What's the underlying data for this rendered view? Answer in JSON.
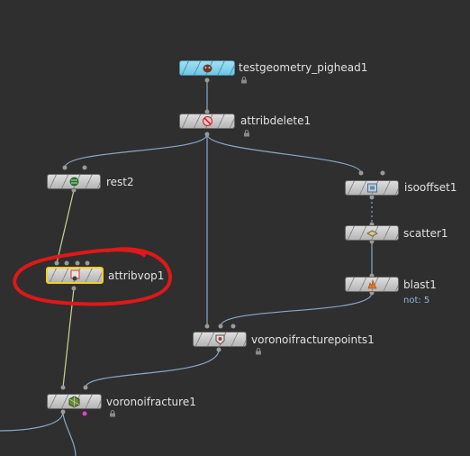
{
  "nodes": {
    "testgeometry": {
      "label": "testgeometry_pighead1"
    },
    "attribdelete": {
      "label": "attribdelete1"
    },
    "rest": {
      "label": "rest2"
    },
    "attribvop": {
      "label": "attribvop1"
    },
    "isooffset": {
      "label": "isooffset1"
    },
    "scatter": {
      "label": "scatter1"
    },
    "blast": {
      "label": "blast1",
      "sublabel": "not: 5"
    },
    "voronoipoints": {
      "label": "voronoifracturepoints1"
    },
    "voronoifracture": {
      "label": "voronoifracture1"
    }
  },
  "colors": {
    "background": "#2f2f2f",
    "wire": "#8aa8c8",
    "wire_green": "#c4d68a",
    "selection": "#f0d020",
    "annotation": "#e01818"
  }
}
